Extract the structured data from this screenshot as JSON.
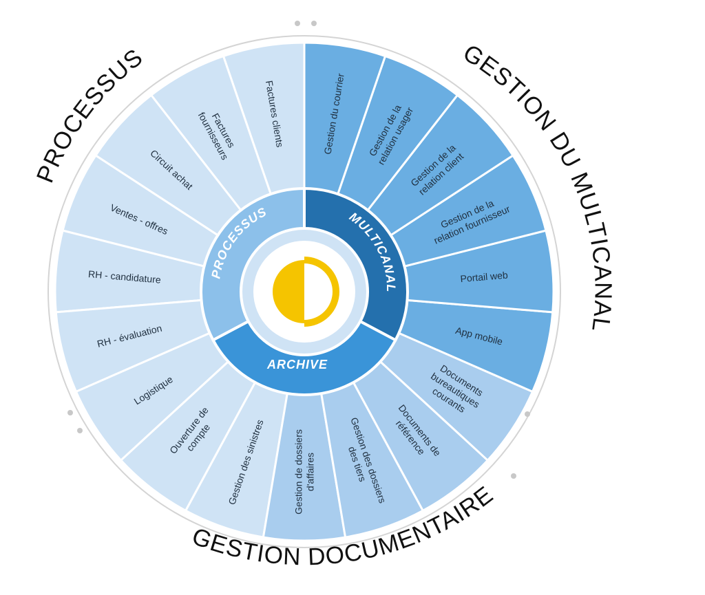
{
  "outer_titles": {
    "processus": "PROCESSUS",
    "multicanal": "GESTION DU MULTICANAL",
    "documentaire": "GESTION  DOCUMENTAIRE"
  },
  "inner_ring": {
    "processus": "PROCESSUS",
    "multicanal": "MULTICANAL",
    "archive": "ARCHIVE"
  },
  "segments": [
    {
      "lines": [
        "Factures clients"
      ],
      "color": "#cfe3f5"
    },
    {
      "lines": [
        "Factures",
        "fournisseurs"
      ],
      "color": "#cfe3f5"
    },
    {
      "lines": [
        "Circuit achat"
      ],
      "color": "#cfe3f5"
    },
    {
      "lines": [
        "Ventes - offres"
      ],
      "color": "#cfe3f5"
    },
    {
      "lines": [
        "RH - candidature"
      ],
      "color": "#cfe3f5"
    },
    {
      "lines": [
        "RH - évaluation"
      ],
      "color": "#cfe3f5"
    },
    {
      "lines": [
        "Logistique"
      ],
      "color": "#cfe3f5"
    },
    {
      "lines": [
        "Ouverture de",
        "compte"
      ],
      "color": "#cfe3f5"
    },
    {
      "lines": [
        "Gestion des sinistres"
      ],
      "color": "#cfe3f5"
    },
    {
      "lines": [
        "Gestion de dossiers",
        "d'affaires"
      ],
      "color": "#a9cdee"
    },
    {
      "lines": [
        "Gestion des dossiers",
        "des tiers"
      ],
      "color": "#a9cdee"
    },
    {
      "lines": [
        "Documents de",
        "référence"
      ],
      "color": "#a9cdee"
    },
    {
      "lines": [
        "Documents",
        "bureautiques",
        "courants"
      ],
      "color": "#a9cdee"
    },
    {
      "lines": [
        "App mobile"
      ],
      "color": "#6aaee2"
    },
    {
      "lines": [
        "Portail web"
      ],
      "color": "#6aaee2"
    },
    {
      "lines": [
        "Gestion de la",
        "relation fournisseur"
      ],
      "color": "#6aaee2"
    },
    {
      "lines": [
        "Gestion de la",
        "relation client"
      ],
      "color": "#6aaee2"
    },
    {
      "lines": [
        "Gestion de la",
        "relation usager"
      ],
      "color": "#6aaee2"
    },
    {
      "lines": [
        "Gestion du courrier"
      ],
      "color": "#6aaee2"
    }
  ],
  "colors": {
    "inner_processus": "#8cc0ea",
    "inner_multicanal": "#2470ad",
    "inner_archive": "#3a94d8",
    "core_ring": "#cfe3f5",
    "logo_yellow": "#f5c400"
  }
}
